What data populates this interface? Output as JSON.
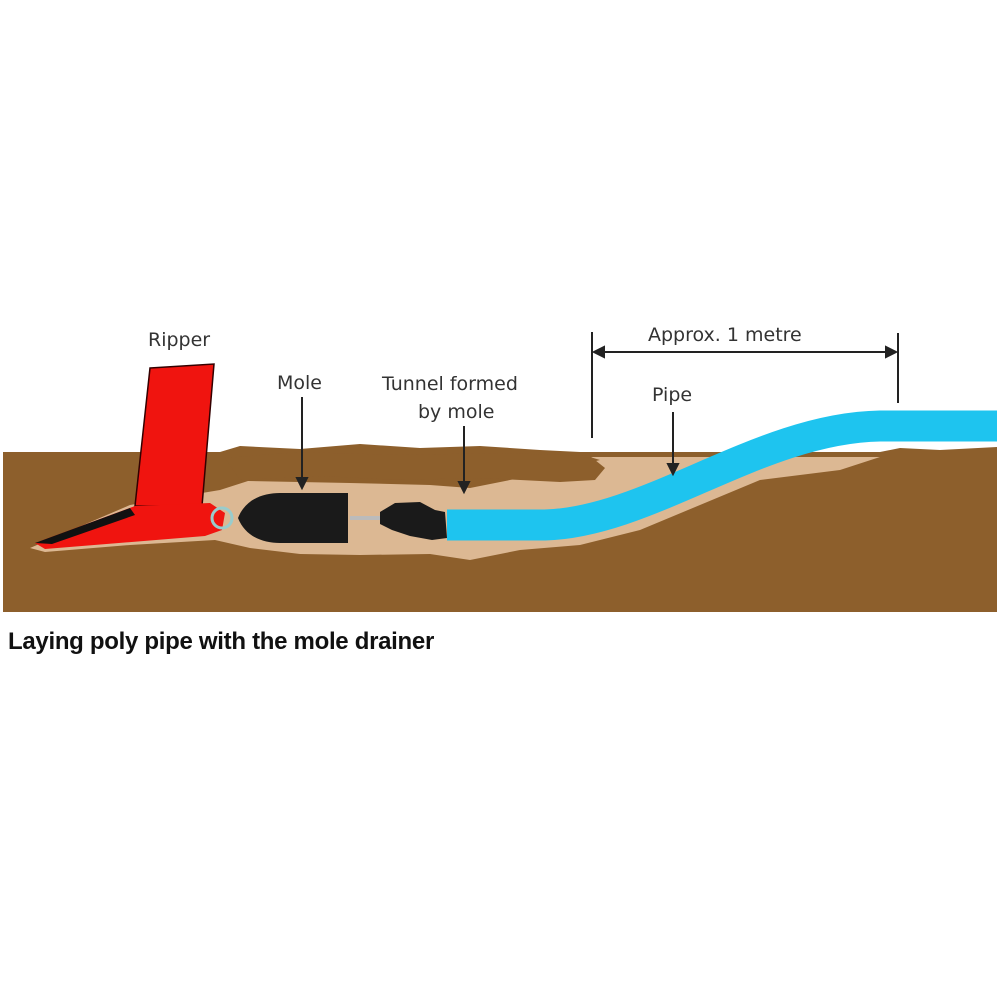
{
  "labels": {
    "ripper": "Ripper",
    "mole": "Mole",
    "tunnel_line1": "Tunnel formed",
    "tunnel_line2": "by mole",
    "pipe": "Pipe",
    "dimension": "Approx. 1 metre"
  },
  "caption": "Laying poly pipe with the mole drainer",
  "colors": {
    "soil": "#8d5f2c",
    "tunnel": "#dcb893",
    "pipe": "#1ec4ef",
    "ripper": "#f0140f",
    "mole": "#1a1a1a"
  }
}
